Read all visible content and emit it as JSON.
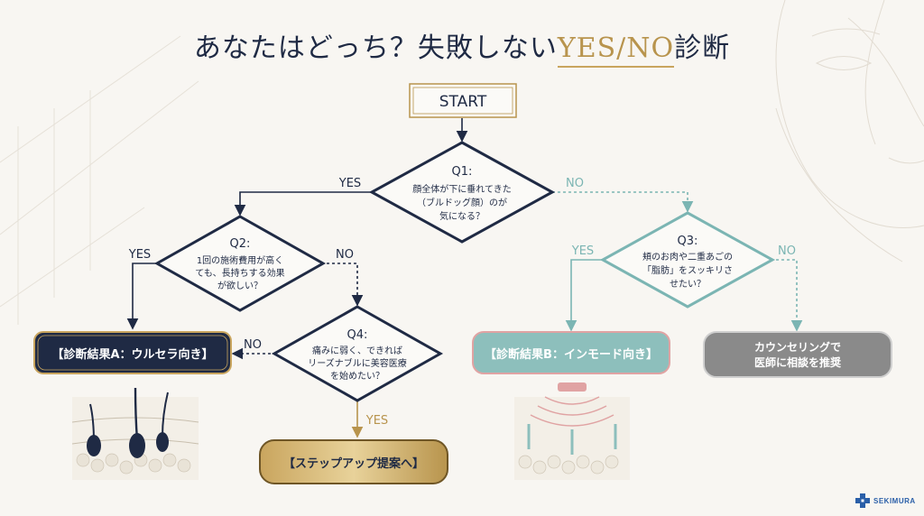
{
  "title": {
    "prefix": "あなたはどっち？失敗しない",
    "highlight": "YES/NO",
    "suffix": "診断"
  },
  "start": "START",
  "q1": {
    "label": "Q1:",
    "lines": [
      "顔全体が下に垂れてきた",
      "（ブルドッグ顔）のが",
      "気になる？"
    ]
  },
  "q2": {
    "label": "Q2:",
    "lines": [
      "1回の施術費用が高く",
      "ても、長持ちする効果",
      "が欲しい？"
    ]
  },
  "q3": {
    "label": "Q3:",
    "lines": [
      "頬のお肉や二重あごの",
      "「脂肪」をスッキリさ",
      "せたい？"
    ]
  },
  "q4": {
    "label": "Q4:",
    "lines": [
      "痛みに弱く、できれば",
      "リーズナブルに美容医療",
      "を始めたい？"
    ]
  },
  "answers": {
    "yes": "YES",
    "no": "NO"
  },
  "results": {
    "a": "【診断結果A：ウルセラ向き】",
    "b": "【診断結果B：インモード向き】",
    "counsel_lines": [
      "カウンセリングで",
      "医師に相談を推奨"
    ],
    "step": "【ステップアップ提案へ】"
  },
  "brand": "SEKIMURA",
  "colors": {
    "navy": "#1f2a44",
    "gold": "#b8944d",
    "teal": "#7bb5b3",
    "pink_border": "#e0a3a3",
    "gray": "#8a8a8a",
    "brand_blue": "#2a5fa8"
  }
}
